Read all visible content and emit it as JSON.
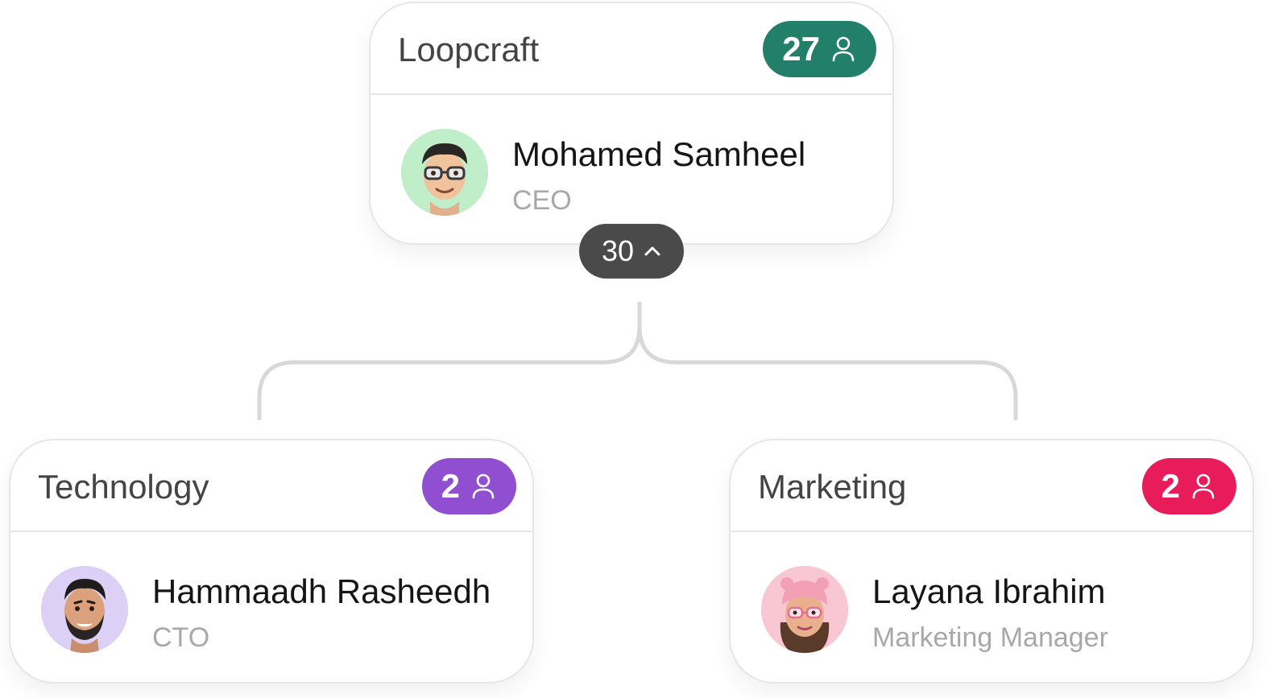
{
  "colors": {
    "root_badge": "#22806a",
    "technology_badge": "#8f4fd0",
    "marketing_badge": "#e81c5a",
    "pill": "#4a4a4a",
    "connector": "#d8d8d8",
    "avatar_ceo_bg": "#bfeec8",
    "avatar_cto_bg": "#dcd0f6",
    "avatar_mm_bg": "#f9c7d3"
  },
  "root": {
    "title": "Loopcraft",
    "count": "27",
    "count_icon": "user-icon",
    "person": {
      "name": "Mohamed Samheel",
      "role": "CEO",
      "avatar_icon": "memoji-avatar-glasses"
    },
    "expand": {
      "count": "30",
      "icon": "chevron-up-icon"
    }
  },
  "departments": [
    {
      "title": "Technology",
      "count": "2",
      "count_icon": "user-icon",
      "person": {
        "name": "Hammaadh Rasheedh",
        "role": "CTO",
        "avatar_icon": "memoji-avatar-beard"
      }
    },
    {
      "title": "Marketing",
      "count": "2",
      "count_icon": "user-icon",
      "person": {
        "name": "Layana Ibrahim",
        "role": "Marketing Manager",
        "avatar_icon": "memoji-avatar-pink-hat"
      }
    }
  ]
}
